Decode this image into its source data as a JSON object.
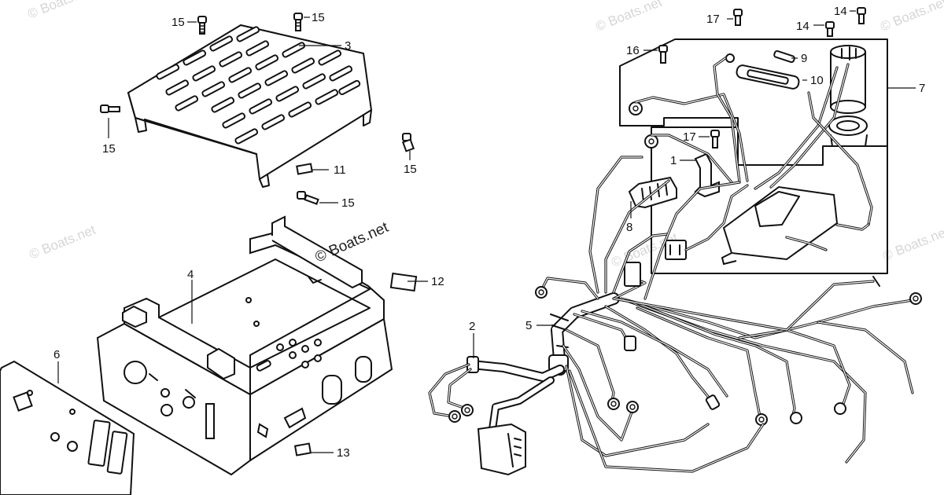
{
  "watermark": {
    "text": "© Boats.net",
    "main_text": "© Boats.net"
  },
  "callouts": {
    "c1": "1",
    "c2": "2",
    "c3": "3",
    "c4": "4",
    "c5": "5",
    "c6": "6",
    "c7": "7",
    "c8": "8",
    "c9": "9",
    "c10": "10",
    "c11": "11",
    "c12": "12",
    "c13": "13",
    "c14a": "14",
    "c14b": "14",
    "c15a": "15",
    "c15b": "15",
    "c15c": "15",
    "c15d": "15",
    "c15e": "15",
    "c16": "16",
    "c17a": "17",
    "c17b": "17"
  },
  "parts": {
    "top_cover": "3",
    "base_box": "4",
    "front_panel": "6",
    "main_harness": "5",
    "sub_harness": "2",
    "regulator_assembly": "7"
  }
}
